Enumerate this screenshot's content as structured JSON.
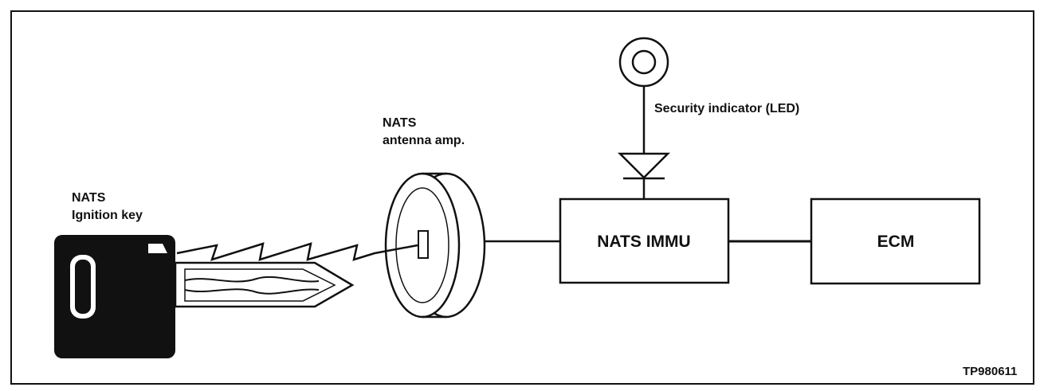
{
  "labels": {
    "key_line1": "NATS",
    "key_line2": "Ignition key",
    "antenna_line1": "NATS",
    "antenna_line2": "antenna amp.",
    "indicator": "Security indicator (LED)",
    "immu": "NATS IMMU",
    "ecm": "ECM",
    "figure_code": "TP980611"
  },
  "colors": {
    "line": "#111111",
    "background": "#ffffff"
  },
  "icons": {
    "key": "ignition-key-icon",
    "antenna": "antenna-ring-icon",
    "led": "led-diode-icon",
    "lamp": "indicator-lamp-icon"
  }
}
